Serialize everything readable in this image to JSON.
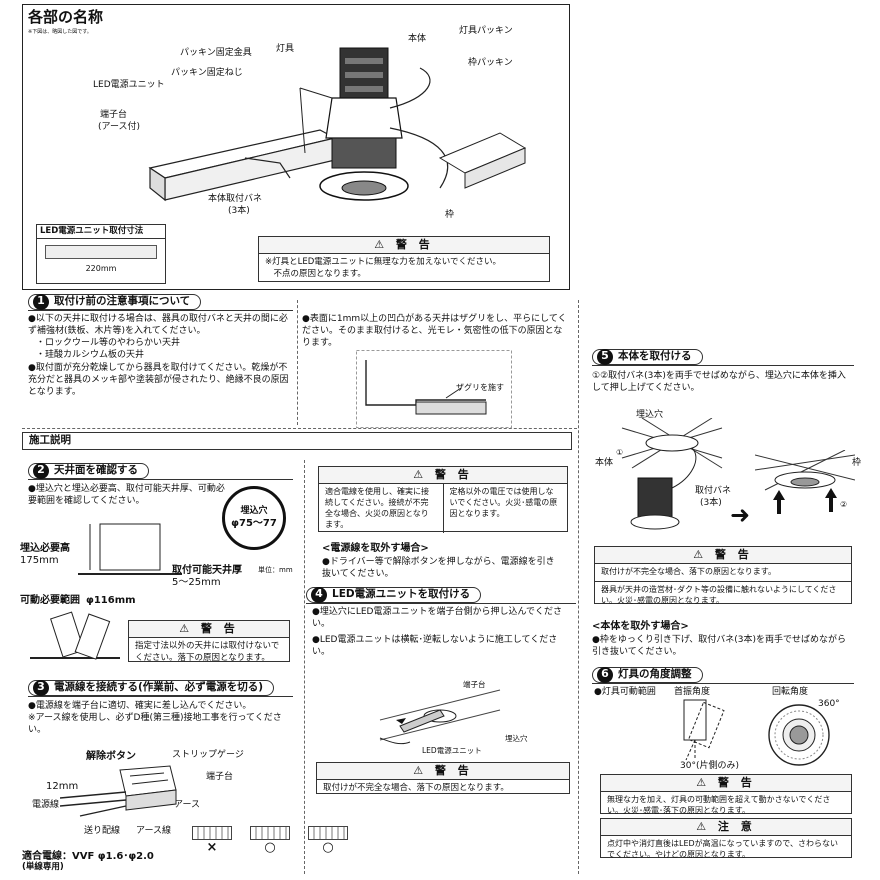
{
  "parts": {
    "title": "各部の名称",
    "note": "※下図は、略図した図です。",
    "labels": {
      "honntai": "本体",
      "packing_kotei_kanagu": "パッキン固定金具",
      "tougu": "灯具",
      "tougu_packing": "灯具パッキン",
      "packing_kotei_neji": "パッキン固定ねじ",
      "waku_packing": "枠パッキン",
      "led_unit": "LED電源ユニット",
      "tanshidai": "端子台",
      "earth": "(アース付)",
      "bane": "本体取付バネ",
      "bane_count": "(3本)",
      "waku": "枠"
    },
    "dim_box": {
      "title": "LED電源ユニット取付寸法",
      "dim": "220mm"
    },
    "warning": {
      "head": "警 告",
      "body": "※灯具とLED電源ユニットに無理な力を加えないでください。\n　不点の原因となります。"
    }
  },
  "sec1": {
    "num": "1",
    "title": "取付け前の注意事項について",
    "items": [
      "●以下の天井に取付ける場合は、器具の取付バネと天井の間に必ず補強材(鉄板、木片等)を入れてください。",
      "・ロックウール等のやわらかい天井",
      "・珪酸カルシウム板の天井",
      "●取付面が充分乾燥してから器具を取付けてください。乾燥が不充分だと器具のメッキ部や塗装部が侵されたり、絶縁不良の原因となります。"
    ],
    "right_text": "●表面に1mm以上の凹凸がある天井はザグリをし、平らにしてください。そのまま取付けると、光モレ・気密性の低下の原因となります。",
    "zaguri": "ザグリを施す"
  },
  "sekou": {
    "title": "施工説明"
  },
  "sec2": {
    "num": "2",
    "title": "天井面を確認する",
    "text": "●埋込穴と埋込必要高、取付可能天井厚、可動必要範囲を確認してください。",
    "hole_label": "埋込穴",
    "hole_size": "φ75〜77",
    "height_label": "埋込必要高",
    "height_value": "175mm",
    "thick_label": "取付可能天井厚",
    "thick_value": "5〜25mm",
    "unit": "単位：mm",
    "range_label": "可動必要範囲",
    "range_value": "φ116mm",
    "warning": {
      "head": "警 告",
      "body": "指定寸法以外の天井には取付けないでください。落下の原因となります。"
    }
  },
  "sec3": {
    "num": "3",
    "title": "電源線を接続する(作業前、必ず電源を切る)",
    "text1": "●電源線を端子台に適切、確実に差し込んでください。",
    "text2": "※アース線を使用し、必ずD種(第三種)接地工事を行ってください。",
    "release": "解除ボタン",
    "strip": "ストリップゲージ",
    "terminal": "端子台",
    "len": "12mm",
    "power": "電源線",
    "earth": "アース",
    "feed": "送り配線",
    "earth_wire": "アース線",
    "wire_title": "適合電線：VVF φ1.6･φ2.0",
    "wire_sub": "(単線専用)",
    "marks": [
      "×",
      "○",
      "○"
    ]
  },
  "mid_warn": {
    "head": "警 告",
    "left": "適合電線を使用し、確実に接続してください。接続が不完全な場合、火災の原因となります。",
    "right": "定格以外の電圧では使用しないでください。火災･感電の原因となります。"
  },
  "remove_wire": {
    "title": "<電源線を取外す場合>",
    "text": "●ドライバー等で解除ボタンを押しながら、電源線を引き抜いてください。"
  },
  "sec4": {
    "num": "4",
    "title": "LED電源ユニットを取付ける",
    "text1": "●埋込穴にLED電源ユニットを端子台側から押し込んでください。",
    "text2": "●LED電源ユニットは横転･逆転しないように施工してください。",
    "tanshidai": "端子台",
    "ana": "埋込穴",
    "unit": "LED電源ユニット",
    "warning": {
      "head": "警 告",
      "body": "取付けが不完全な場合、落下の原因となります。"
    }
  },
  "sec5": {
    "num": "5",
    "title": "本体を取付ける",
    "text": "①②取付バネ(3本)を両手でせばめながら、埋込穴に本体を挿入して押し上げてください。",
    "ana": "埋込穴",
    "honntai": "本体",
    "bane": "取付バネ",
    "bane_count": "(3本)",
    "waku": "枠",
    "c1": "①",
    "c2": "②",
    "warning": {
      "head": "警 告",
      "body1": "取付けが不完全な場合、落下の原因となります。",
      "body2": "器具が天井の造営材･ダクト等の設備に触れないようにしてください。火災･感電の原因となります。"
    }
  },
  "remove_body": {
    "title": "<本体を取外す場合>",
    "text": "●枠をゆっくり引き下げ、取付バネ(3本)を両手でせばめながら引き抜いてください。"
  },
  "sec6": {
    "num": "6",
    "title": "灯具の角度調整",
    "range": "●灯具可動範囲",
    "tilt": "首振角度",
    "rot": "回転角度",
    "deg360": "360°",
    "deg30": "30°(片側のみ)",
    "warning": {
      "head": "警 告",
      "body": "無理な力を加え、灯具の可動範囲を超えて動かさないでください。火災･感電･落下の原因となります。"
    },
    "caution": {
      "head": "注 意",
      "body": "点灯中や消灯直後はLEDが高温になっていますので、さわらないでください。やけどの原因となります。"
    }
  }
}
